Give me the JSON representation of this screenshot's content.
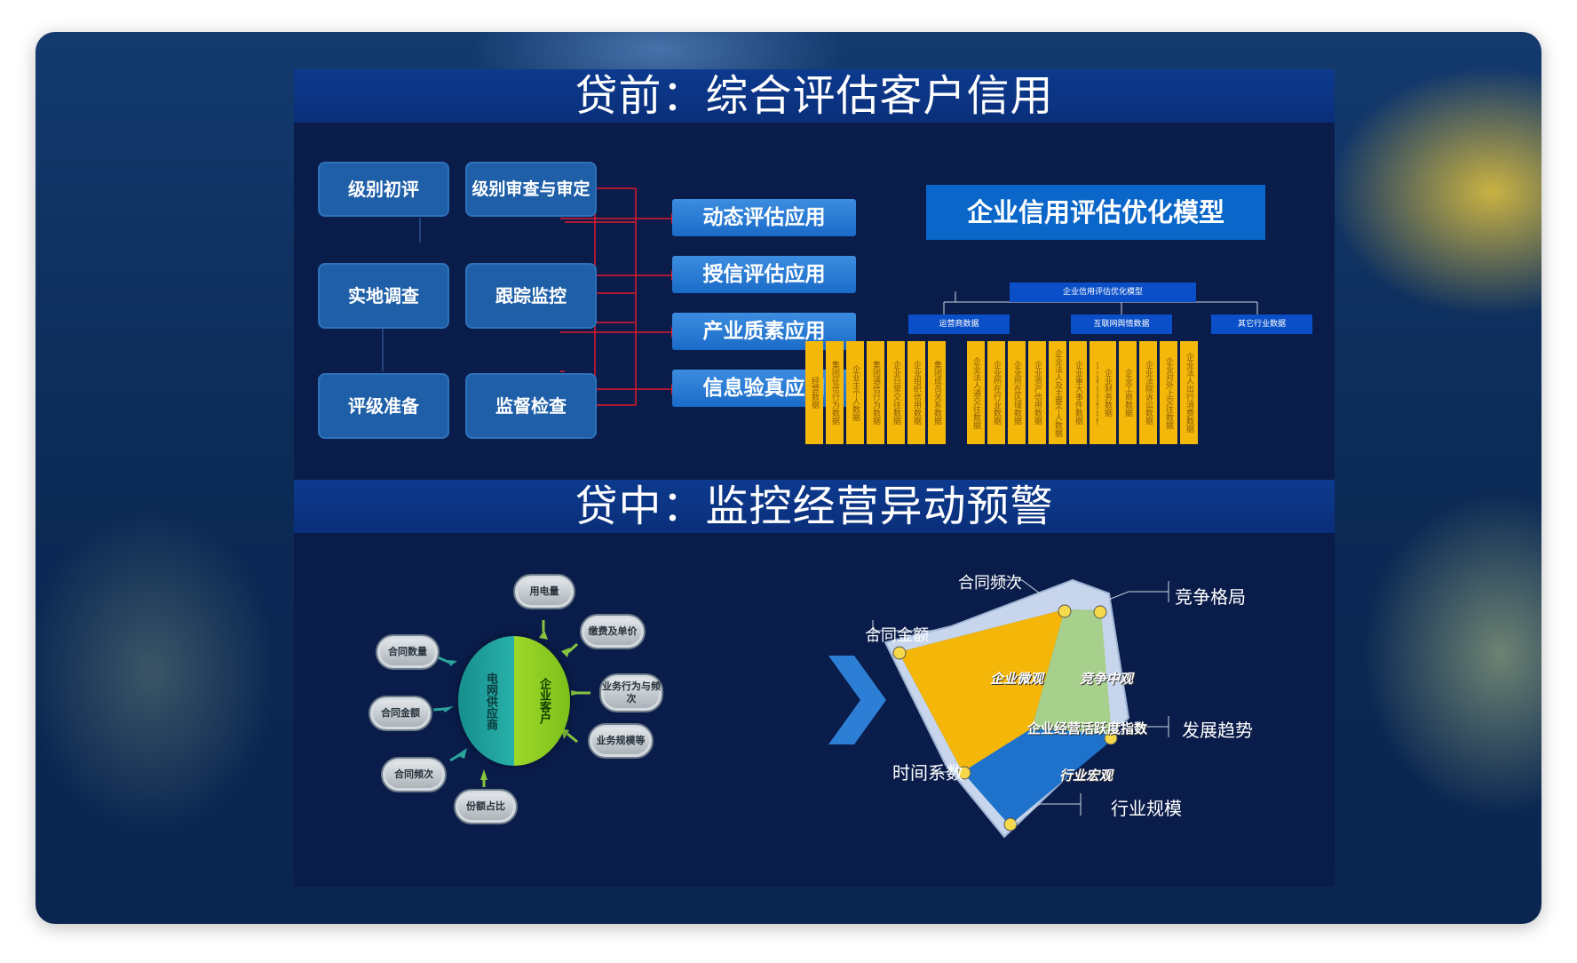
{
  "top_title": "贷前：综合评估客户信用",
  "bottom_title": "贷中：监控经营异动预警",
  "flow": {
    "boxes": [
      "级别初评",
      "级别审查与审定",
      "实地调查",
      "跟踪监控",
      "评级准备",
      "监督检查"
    ],
    "applications": [
      "动态评估应用",
      "授信评估应用",
      "产业质素应用",
      "信息验真应用"
    ]
  },
  "model": {
    "title": "企业信用评估优化模型",
    "root": "企业信用评估优化模型",
    "groups": [
      "运营商数据",
      "互联网舆情数据",
      "其它行业数据"
    ],
    "bars": [
      "经营数据",
      "集团征信行为数据",
      "企业主个人数据",
      "集团通信行为数据",
      "企业日常交往数据",
      "企业组织信用数据",
      "集团成员关系数据",
      "企业法人通交往数据",
      "企业所在行业数据",
      "企业所在区域数据",
      "企业资产信用数据",
      "企业法人及主要个人数据",
      "企业重大事件数据",
      "企业社会责任评价",
      "企业财务数据",
      "企业工商数据",
      "企业法院诉讼数据",
      "企业对外上交往数据",
      "企业法人出行消费数据"
    ]
  },
  "bubble": {
    "left_half": "电网供应商",
    "right_half": "企业客户",
    "pills": [
      "用电量",
      "缴费及单价",
      "业务行为与频次",
      "业务规模等",
      "份额占比",
      "合同频次",
      "合同金额",
      "合同数量"
    ]
  },
  "radar": {
    "labels": [
      "合同频次",
      "竞争格局",
      "合同金额",
      "发展趋势",
      "时间系数",
      "行业规模"
    ],
    "regions": [
      "企业微观",
      "竞争中观",
      "企业经营活跃度指数",
      "行业宏观"
    ]
  },
  "colors": {
    "slide_bg": "#0a1c4a",
    "banner": "#0d3a8e",
    "bar_yellow": "#f3b80a",
    "radar_yellow": "#f5b60a",
    "radar_green": "#a8d08d",
    "radar_blue": "#1e72cc",
    "connector_red": "#e0192a"
  }
}
